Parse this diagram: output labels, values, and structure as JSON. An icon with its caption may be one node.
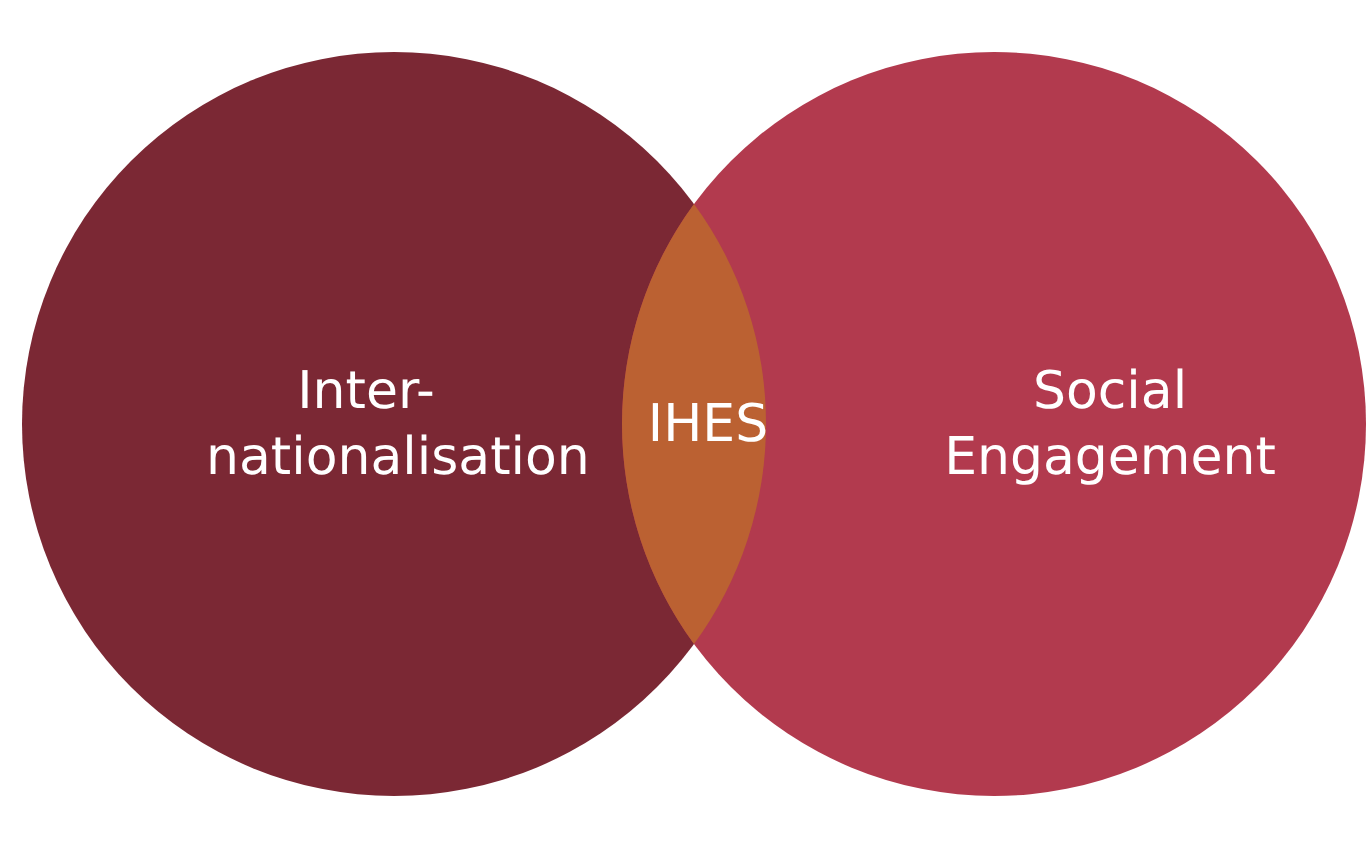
{
  "diagram": {
    "nodes": [
      {
        "text": [
          "Inter- nationalisation"
        ]
      },
      {
        "text": [
          "Social Engagement"
        ]
      },
      {
        "text": [
          "IHES"
        ]
      }
    ],
    "edges": []
  }
}
